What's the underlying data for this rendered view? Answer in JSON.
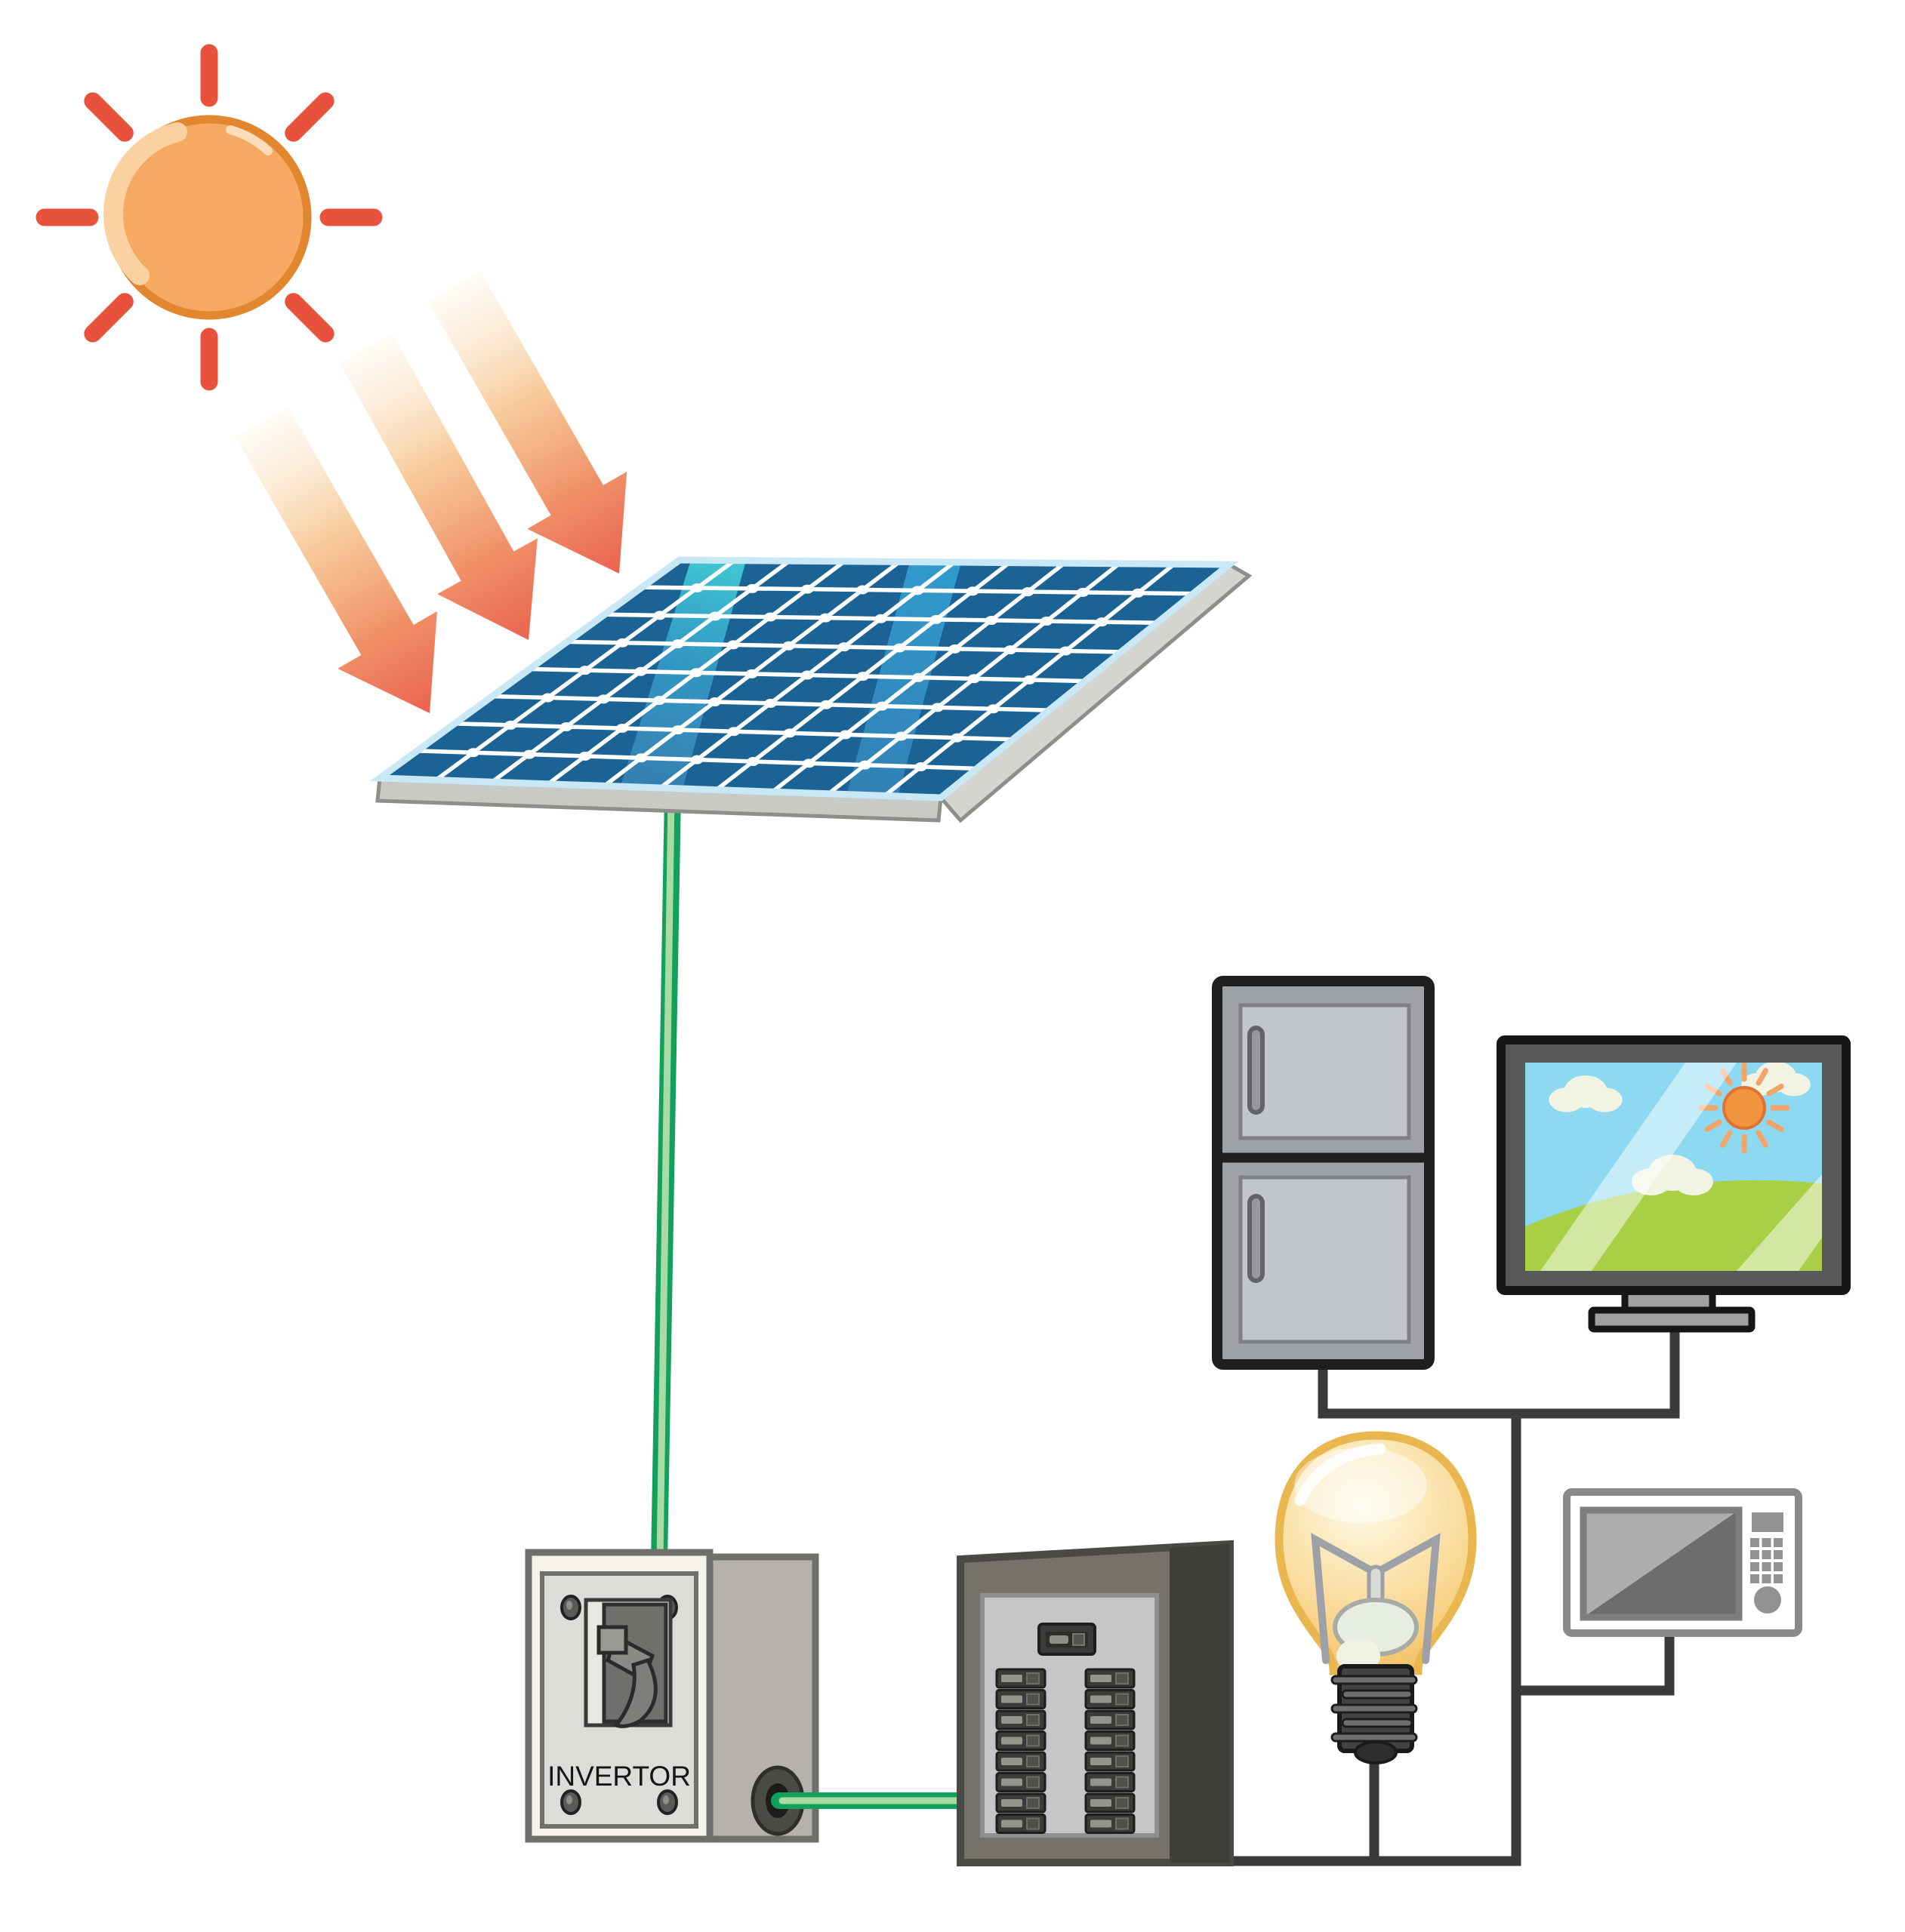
{
  "diagram": {
    "title": "Solar power system diagram",
    "background": "#FFFFFF"
  },
  "labels": {
    "invertor": "INVERTOR"
  },
  "components": [
    "sun",
    "sunlight-arrows",
    "solar-panel",
    "dc-wire",
    "invertor",
    "ac-wire",
    "breaker-panel",
    "refrigerator",
    "television",
    "light-bulb",
    "microwave"
  ],
  "colors": {
    "sun_body": "#F5A963",
    "sun_rim": "#E2872F",
    "sun_highlight": "#FAD2A2",
    "sun_ray": "#E8523C",
    "arrow_tail": "#FBE8CD",
    "arrow_mid": "#F6C189",
    "arrow_head": "#EA6450",
    "panel_cell": "#1B6295",
    "panel_border": "#C9E8F5",
    "panel_grid": "#FFFFFF",
    "panel_side": "#C9CAC6",
    "panel_side_edge": "#8E8F8B",
    "reflection_cyan": "#41CBD6",
    "reflection_blue": "#3399D4",
    "wire_green_dark": "#12A05C",
    "wire_green_light": "#A9DCA5",
    "wire_black": "#3A3A3C",
    "invertor_face": "#F6F4E8",
    "invertor_panel": "#DCDDD8",
    "invertor_side": "#B5B2AE",
    "invertor_metal": "#6F6F6B",
    "breaker_body": "#75726A",
    "breaker_side": "#3F3D39",
    "breaker_panel_inner": "#C5C6C8",
    "breaker_dark": "#3B3B39",
    "fridge_body": "#9FA2A4",
    "fridge_door": "#C3C6C8",
    "fridge_outline": "#1F1F1F",
    "tv_frame": "#58585A",
    "tv_sky": "#8ED9F2",
    "tv_hill": "#A8CF45",
    "tv_sun": "#F0953E",
    "tv_sun_ray": "#F2A569",
    "tv_cloud": "#F3F3E4",
    "bulb_glass_stroke": "#E9B64F",
    "bulb_filament": "#9DA0A6",
    "bulb_base": "#434343",
    "microwave_grey": "#929294",
    "microwave_window_light": "#ACAEB0",
    "microwave_window_dark": "#6B6D6F"
  },
  "sun": {
    "ray_count": 8
  },
  "sunlight": {
    "arrow_count": 3
  },
  "solar_panel": {
    "grid_cols": 10,
    "grid_rows": 8,
    "reflection_bands": 2
  },
  "invertor": {
    "label": "INVERTOR",
    "screw_count": 4
  },
  "breaker_panel": {
    "columns": 2,
    "breakers_per_column": 8,
    "has_main_breaker": true
  },
  "microwave": {
    "keypad_cols": 3,
    "keypad_rows": 4
  },
  "tv": {
    "cloud_count": 3,
    "screen_sun_rays": 12
  },
  "light_bulb": {
    "thread_count": 5
  }
}
